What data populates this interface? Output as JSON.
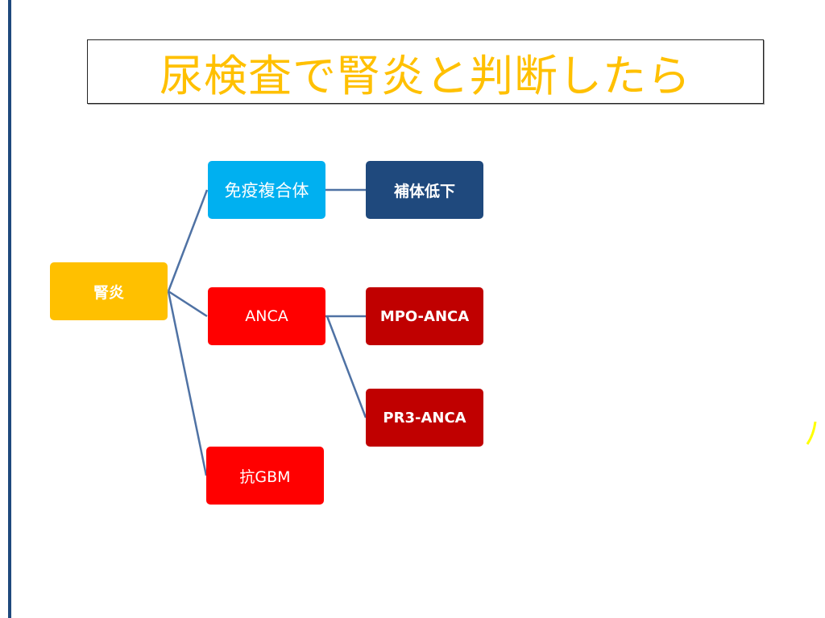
{
  "title": "尿検査で腎炎と判断したら",
  "colors": {
    "accent_bar": "#1f497d",
    "title_text": "#ffc000",
    "root": "#ffc000",
    "immune_complex": "#00b0f0",
    "complement": "#1f497d",
    "anca": "#ff0000",
    "anca_subtype": "#c00000",
    "connector": "#4f72a4",
    "deco_arc": "#ffff00"
  },
  "diagram": {
    "root": {
      "label": "腎炎"
    },
    "branches": [
      {
        "label": "免疫複合体",
        "children": [
          {
            "label": "補体低下"
          }
        ]
      },
      {
        "label": "ANCA",
        "children": [
          {
            "label": "MPO-ANCA"
          },
          {
            "label": "PR3-ANCA"
          }
        ]
      },
      {
        "label": "抗GBM",
        "children": []
      }
    ]
  }
}
